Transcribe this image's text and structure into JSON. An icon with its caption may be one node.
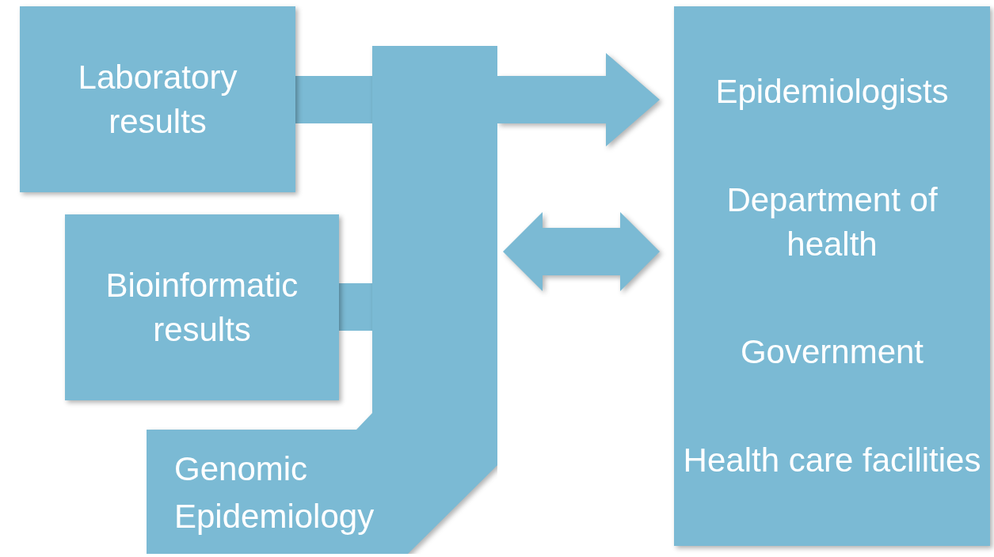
{
  "diagram": {
    "nodes": [
      {
        "text": [
          "Laboratory results"
        ]
      },
      {
        "text": [
          "Bioinformatic results"
        ]
      },
      {
        "text": [
          "Genomic Epidemiology"
        ]
      },
      {
        "text": [
          "Epidemiologists",
          "Department of health",
          "Government",
          "Health care facilities"
        ]
      }
    ],
    "edges": [
      {
        "from": 0,
        "to": 2,
        "arrow": "none",
        "style": "thick"
      },
      {
        "from": 1,
        "to": 2,
        "arrow": "none",
        "style": "thick"
      },
      {
        "from": 2,
        "to": 3,
        "arrow": "to",
        "style": "thick"
      },
      {
        "from": 2,
        "to": 3,
        "arrow": "both",
        "style": "thick"
      }
    ]
  }
}
